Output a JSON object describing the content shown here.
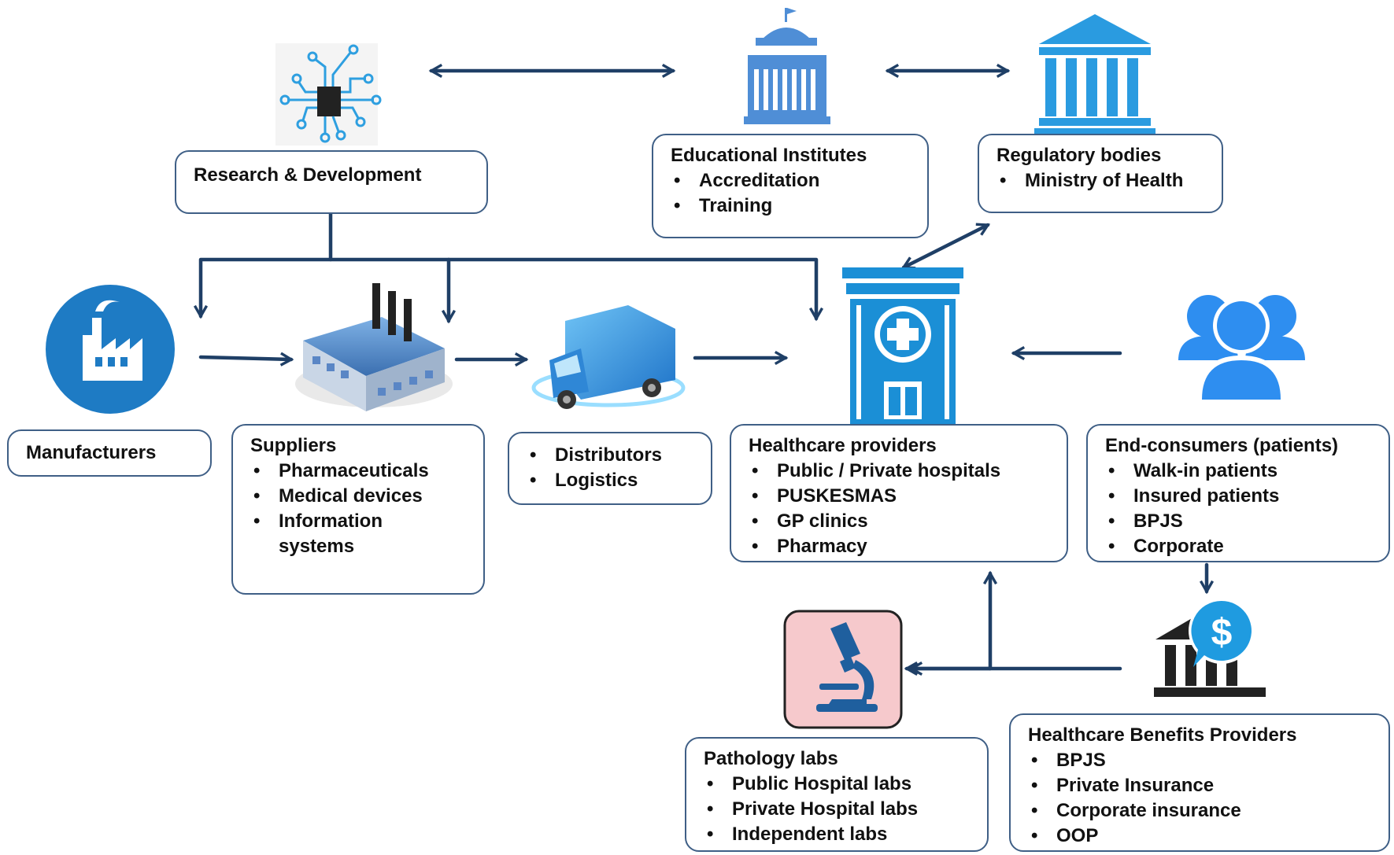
{
  "colors": {
    "arrow": "#1f3f66",
    "box_border": "#3f5f86",
    "icon_blue": "#2a8fd8",
    "lab_bg": "#f6c9cc"
  },
  "icons": [
    "circuit-chip-icon",
    "university-building-icon",
    "government-building-icon",
    "factory-icon",
    "warehouse-factory-icon",
    "delivery-truck-icon",
    "hospital-icon",
    "patients-group-icon",
    "microscope-icon",
    "bank-dollar-icon"
  ],
  "boxes": {
    "rnd": {
      "title": "Research & Development",
      "items": []
    },
    "educational": {
      "title": "Educational Institutes",
      "items": [
        "Accreditation",
        "Training"
      ]
    },
    "regulatory": {
      "title": "Regulatory bodies",
      "items": [
        "Ministry of Health"
      ]
    },
    "manufacturers": {
      "title": "Manufacturers",
      "items": []
    },
    "suppliers": {
      "title": "Suppliers",
      "items": [
        "Pharmaceuticals",
        "Medical devices",
        "Information systems"
      ]
    },
    "distributors": {
      "title": "",
      "items": [
        "Distributors",
        "Logistics"
      ]
    },
    "providers": {
      "title": "Healthcare providers",
      "items": [
        "Public / Private hospitals",
        "PUSKESMAS",
        "GP clinics",
        "Pharmacy"
      ]
    },
    "consumers": {
      "title": "End-consumers (patients)",
      "items": [
        "Walk-in patients",
        "Insured patients",
        "BPJS",
        "Corporate"
      ]
    },
    "labs": {
      "title": "Pathology labs",
      "items": [
        "Public Hospital labs",
        "Private Hospital labs",
        "Independent labs"
      ]
    },
    "benefits": {
      "title": "Healthcare Benefits Providers",
      "items": [
        "BPJS",
        "Private Insurance",
        "Corporate insurance",
        "OOP"
      ]
    }
  }
}
